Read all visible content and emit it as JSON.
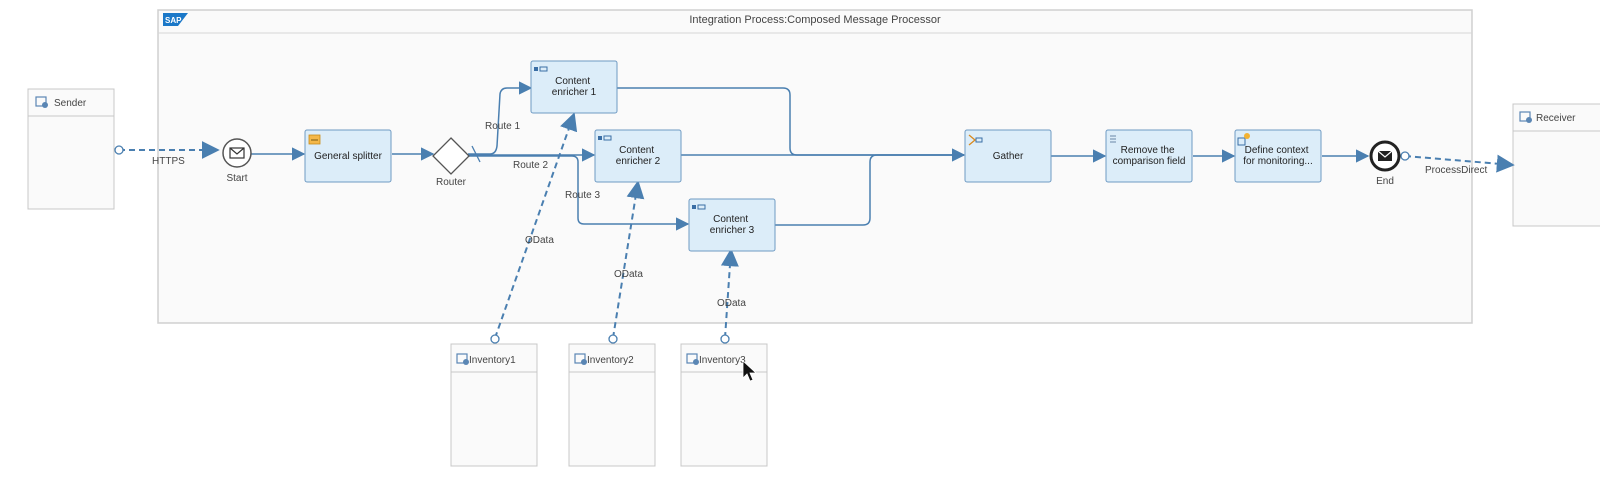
{
  "process": {
    "title": "Integration Process:Composed Message Processor",
    "logo_text": "SAP"
  },
  "participants": {
    "sender": "Sender",
    "receiver": "Receiver",
    "inventory1": "Inventory1",
    "inventory2": "Inventory2",
    "inventory3": "Inventory3"
  },
  "events": {
    "start": "Start",
    "end": "End"
  },
  "gateway": {
    "router": "Router"
  },
  "steps": {
    "general_splitter": [
      "General splitter"
    ],
    "content_enricher_1": [
      "Content",
      "enricher 1"
    ],
    "content_enricher_2": [
      "Content",
      "enricher 2"
    ],
    "content_enricher_3": [
      "Content",
      "enricher 3"
    ],
    "gather": [
      "Gather"
    ],
    "remove_field": [
      "Remove the",
      "comparison field"
    ],
    "define_context": [
      "Define context",
      "for monitoring..."
    ]
  },
  "routes": {
    "route1": "Route 1",
    "route2": "Route 2",
    "route3": "Route 3"
  },
  "channels": {
    "https": "HTTPS",
    "odata1": "OData",
    "odata2": "OData",
    "odata3": "OData",
    "process_direct": "ProcessDirect"
  },
  "colors": {
    "task_fill": "#dcedf9",
    "task_stroke": "#6e9ac3",
    "flow": "#4a7fb0",
    "pool_fill": "#fafafa",
    "pool_stroke": "#d0d0d0"
  }
}
